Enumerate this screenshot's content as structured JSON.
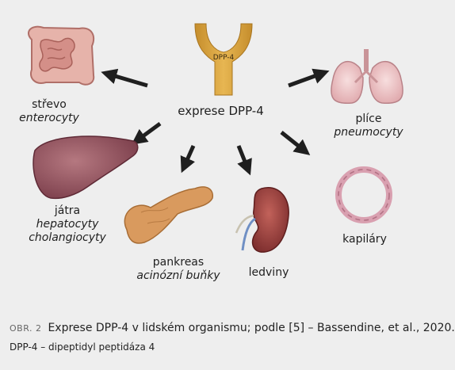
{
  "center": {
    "receptor_label": "DPP-4",
    "title": "exprese DPP-4"
  },
  "organs": {
    "strevo": {
      "name": "střevo",
      "cells": [
        "enterocyty"
      ]
    },
    "jatra": {
      "name": "játra",
      "cells": [
        "hepatocyty",
        "cholangiocyty"
      ]
    },
    "pankreas": {
      "name": "pankreas",
      "cells": [
        "acinózní buňky"
      ]
    },
    "ledviny": {
      "name": "ledviny",
      "cells": []
    },
    "kapilary": {
      "name": "kapiláry",
      "cells": []
    },
    "plice": {
      "name": "plíce",
      "cells": [
        "pneumocyty"
      ]
    }
  },
  "caption": {
    "figure_number": "OBR. 2",
    "text": "Exprese DPP-4 v lidském organismu; podle [5] – Bassendine, et al., 2020.",
    "abbreviation": "DPP-4 – dipeptidyl peptidáza 4"
  },
  "colors": {
    "background": "#eeeeee",
    "receptor": "#d9a441",
    "arrow": "#1f1f1f",
    "intestine": "#e0a8a0",
    "liver": "#8e4e5a",
    "pancreas": "#d99a5e",
    "kidney": "#9a3e3e",
    "lung": "#f2cccc",
    "capillary": "#d9a0b0"
  }
}
